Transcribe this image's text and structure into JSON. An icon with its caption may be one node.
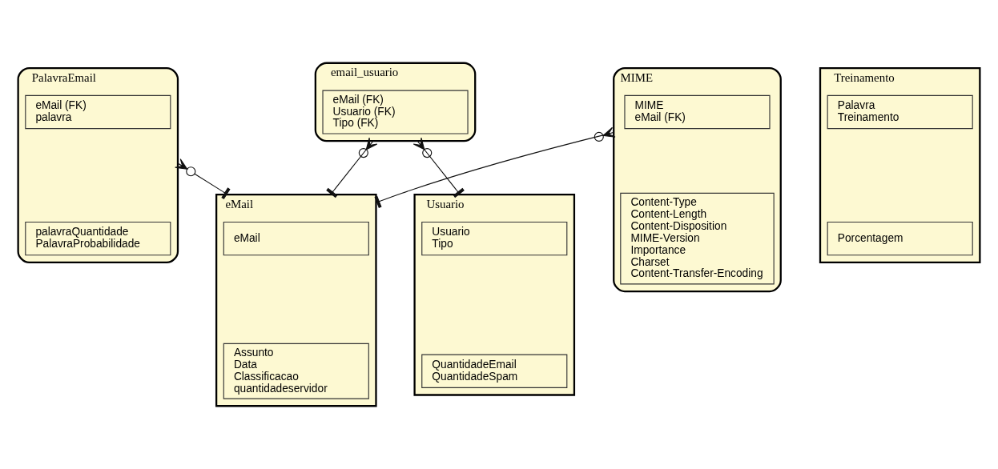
{
  "diagram": {
    "nodes": [
      {
        "text": [
          "PalavraEmail"
        ]
      },
      {
        "text": [
          "eMail (FK)",
          "palavra"
        ],
        "in": 0
      },
      {
        "text": [
          "palavraQuantidade",
          "PalavraProbabilidade"
        ],
        "in": 0
      },
      {
        "text": [
          "email_usuario"
        ]
      },
      {
        "text": [
          "eMail (FK)",
          "Usuario (FK)",
          "Tipo (FK)"
        ],
        "in": 3
      },
      {
        "text": [
          "Usuario"
        ]
      },
      {
        "text": [
          "Usuario",
          "Tipo"
        ],
        "in": 5
      },
      {
        "text": [
          "QuantidadeEmail",
          "QuantidadeSpam"
        ],
        "in": 5
      },
      {
        "text": [
          "MIME"
        ]
      },
      {
        "text": [
          "MIME",
          "eMail (FK)"
        ],
        "in": 8
      },
      {
        "text": [
          "Content-Type",
          "Content-Length",
          "Content-Disposition",
          "MIME-Version",
          "Importance",
          "Charset",
          "Content-Transfer-Encoding"
        ],
        "in": 8
      },
      {
        "text": [
          "eMail"
        ]
      },
      {
        "text": [
          "eMail"
        ],
        "in": 11
      },
      {
        "text": [
          "Assunto",
          "Data",
          "Classificacao",
          "quantidadeservidor"
        ],
        "in": 11
      },
      {
        "text": [
          "Treinamento"
        ]
      },
      {
        "text": [
          "Palavra",
          "Treinamento"
        ],
        "in": 14
      },
      {
        "text": [
          "Porcentagem"
        ],
        "in": 14
      }
    ],
    "edges": [
      {
        "from": 0,
        "to": 11,
        "arrow": "other"
      },
      {
        "from": 3,
        "to": 5,
        "arrow": "other"
      },
      {
        "from": 3,
        "to": 11,
        "arrow": "other"
      },
      {
        "from": 8,
        "to": 11,
        "arrow": "other"
      }
    ]
  }
}
